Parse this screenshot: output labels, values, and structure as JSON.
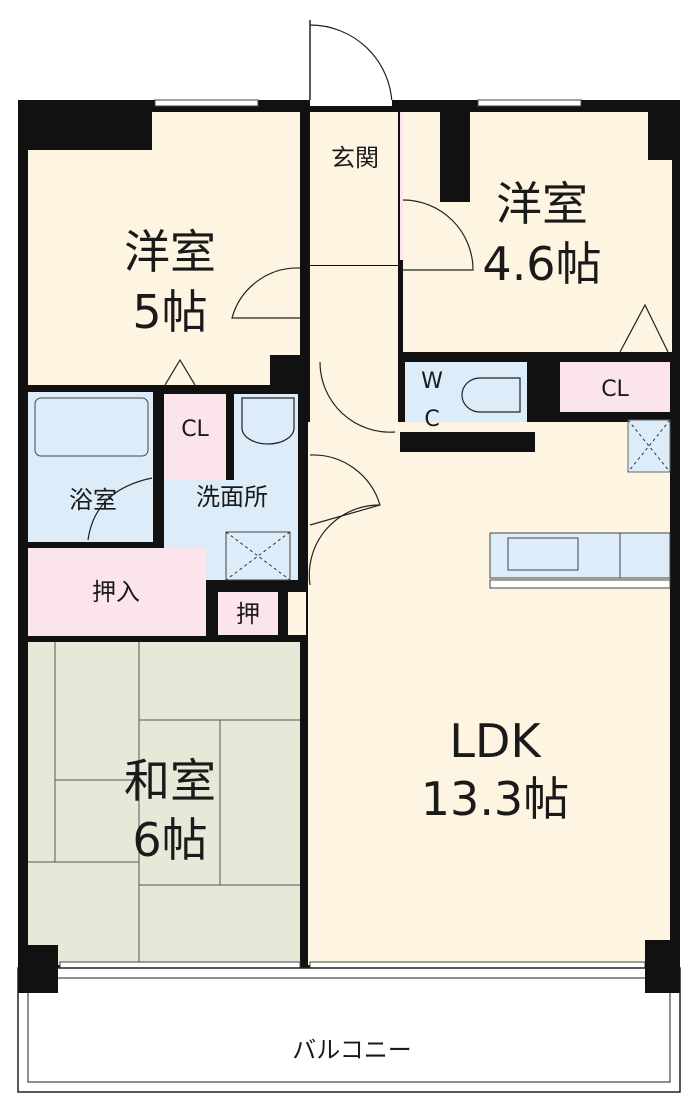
{
  "colors": {
    "floor": "#fdf5e2",
    "wet": "#dcecf9",
    "storage": "#fbe4ec",
    "tatami": "#e4ead7",
    "wall": "#111111"
  },
  "rooms": {
    "western_left": {
      "name": "洋室",
      "size": "5帖"
    },
    "entrance": {
      "name": "玄関"
    },
    "western_right": {
      "name": "洋室",
      "size": "4.6帖"
    },
    "wc": {
      "line1": "W",
      "line2": "C"
    },
    "closet_right": {
      "name": "CL"
    },
    "closet_left": {
      "name": "CL"
    },
    "bathroom": {
      "name": "浴室"
    },
    "washroom": {
      "name": "洗面所"
    },
    "oshiire": {
      "name": "押入"
    },
    "oshi": {
      "name": "押"
    },
    "japanese": {
      "name": "和室",
      "size": "6帖"
    },
    "ldk": {
      "name": "LDK",
      "size": "13.3帖"
    },
    "balcony": {
      "name": "バルコニー"
    }
  }
}
